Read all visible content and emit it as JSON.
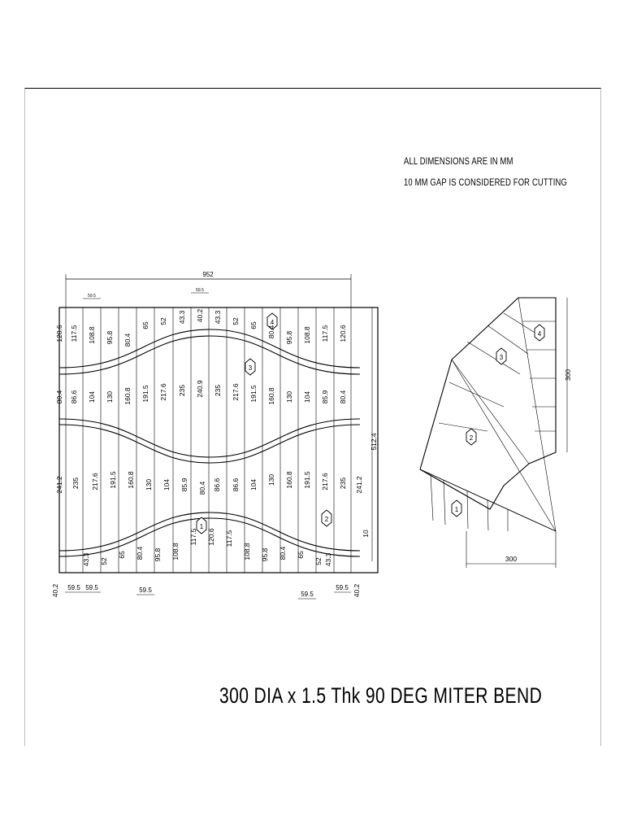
{
  "notes": {
    "line1": "ALL  DIMENSIONS  ARE  IN  MM",
    "line2": "10  MM  GAP  IS  CONSIDERED  FOR  CUTTING"
  },
  "title": "300  DIA  x  1.5  Thk  90  DEG  MITER  BEND",
  "pattern": {
    "overall_width": "952",
    "overall_height": "512.4",
    "gap": "10",
    "segment_labels": [
      "1",
      "2",
      "3",
      "4"
    ],
    "top_pitch": "59.5",
    "bottom_pitches": [
      "59.5",
      "59.5",
      "59.5",
      "59.5",
      "59.5"
    ],
    "edge_offsets": [
      "40.2",
      "40.2"
    ],
    "band1": [
      "120.6",
      "117.5",
      "108.8",
      "95.8",
      "80.4",
      "65",
      "52",
      "43.3",
      "40.2",
      "43.3",
      "52",
      "65",
      "80.4",
      "95.8",
      "108.8",
      "117.5",
      "120.6"
    ],
    "band2": [
      "80.4",
      "86.6",
      "104",
      "130",
      "160.8",
      "191.5",
      "217.6",
      "235",
      "240.9",
      "235",
      "217.6",
      "191.5",
      "160.8",
      "130",
      "104",
      "85.9",
      "80.4"
    ],
    "band3": [
      "241.2",
      "235",
      "217.6",
      "191.5",
      "160.8",
      "130",
      "104",
      "85.9",
      "80.4",
      "86.6",
      "86.6",
      "104",
      "130",
      "160.8",
      "191.5",
      "217.6",
      "235",
      "241.2"
    ],
    "band4": [
      "43.3",
      "52",
      "65",
      "80.4",
      "95.8",
      "108.8",
      "117.5",
      "120.6",
      "117.5",
      "108.8",
      "95.8",
      "80.4",
      "65",
      "52",
      "43.3"
    ]
  },
  "elbow": {
    "height": "300",
    "width": "300",
    "segment_labels": [
      "1",
      "2",
      "3",
      "4"
    ]
  }
}
